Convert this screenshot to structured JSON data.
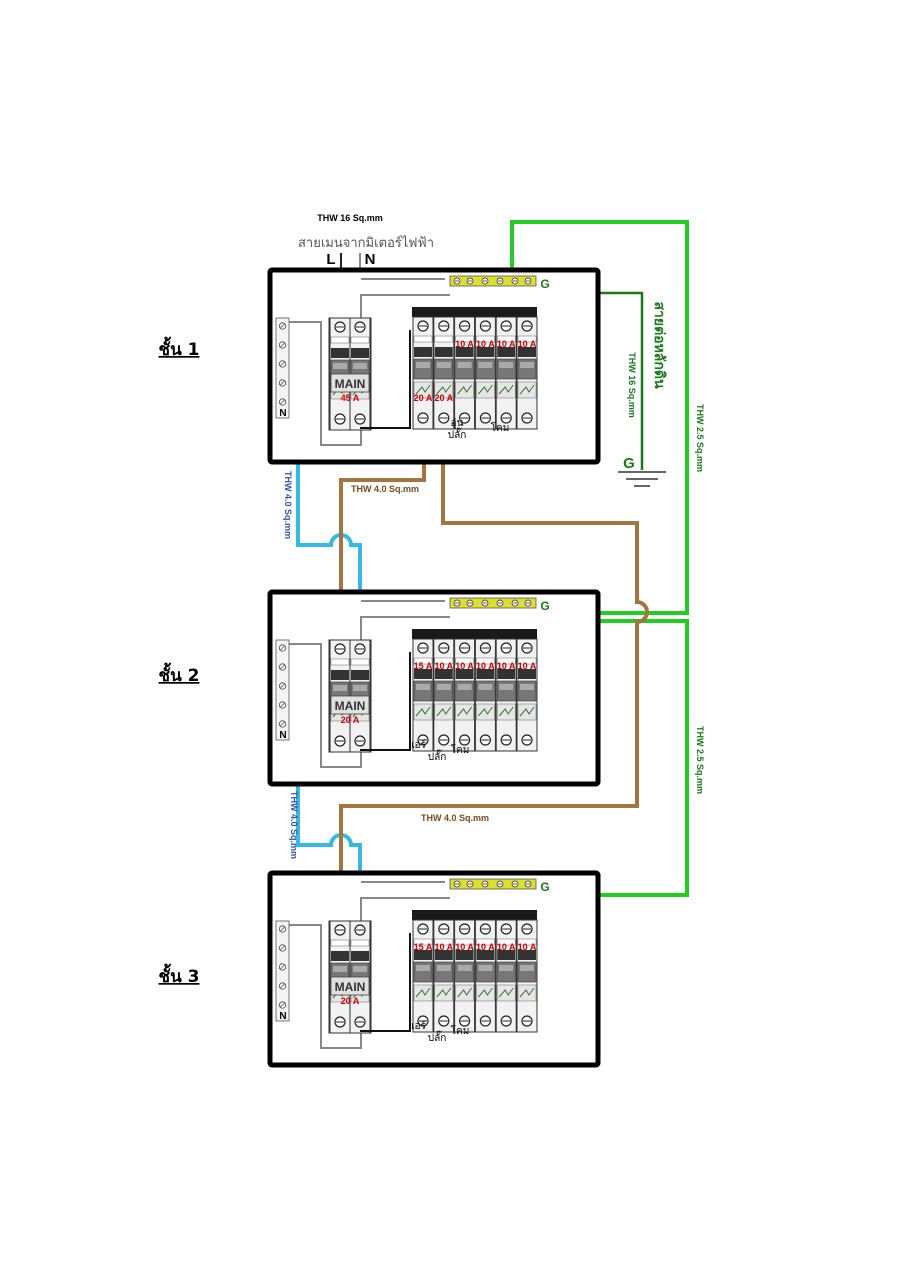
{
  "header": {
    "main_cable_label": "THW 16 Sq.mm",
    "main_supply_label": "สายเมนจากมิเตอร์ไฟฟ้า",
    "line_label": "L",
    "neutral_label": "N"
  },
  "ground": {
    "bar_label": "G",
    "rod_label": "สายต่อหลักดิน",
    "rod_cable": "THW 16 Sq.mm",
    "earth_label": "G"
  },
  "floors": [
    {
      "label": "ชั้น 1",
      "main_label": "MAIN",
      "main_rating": "45 A",
      "neutral_bar_label": "N",
      "ground_bar_label": "G",
      "ratings": [
        "20 A",
        "20 A",
        "10 A",
        "10 A",
        "10 A",
        "10 A"
      ],
      "circuit_labels": [
        "อุ่น",
        "ปลั๊ก",
        "โคม"
      ]
    },
    {
      "label": "ชั้น 2",
      "main_label": "MAIN",
      "main_rating": "20 A",
      "neutral_bar_label": "N",
      "ground_bar_label": "G",
      "ratings": [
        "15 A",
        "10 A",
        "10 A",
        "10 A",
        "10 A",
        "10 A"
      ],
      "circuit_labels": [
        "แอร์",
        "ปลั๊ก",
        "โคม"
      ]
    },
    {
      "label": "ชั้น 3",
      "main_label": "MAIN",
      "main_rating": "20 A",
      "neutral_bar_label": "N",
      "ground_bar_label": "G",
      "ratings": [
        "15 A",
        "10 A",
        "10 A",
        "10 A",
        "10 A",
        "10 A"
      ],
      "circuit_labels": [
        "แอร์",
        "ปลั๊ก",
        "โคม"
      ]
    }
  ],
  "wires": {
    "neutral_1_2": "THW 4.0 Sq.mm",
    "neutral_2_3": "THW 4.0 Sq.mm",
    "feeder_1_2": "THW 4.0 Sq.mm",
    "feeder_1_3": "THW 4.0 Sq.mm",
    "ground_2": "THW 2.5 Sq.mm",
    "ground_3": "THW 2.5 Sq.mm"
  },
  "colors": {
    "ground": "#22cc22",
    "neutral": "#33bbe6",
    "feeder": "#a67440",
    "ground_rod": "#1a7a1a",
    "rating": "#cc0000",
    "panel_border": "#000000",
    "bus_bar": "#dddd33"
  }
}
